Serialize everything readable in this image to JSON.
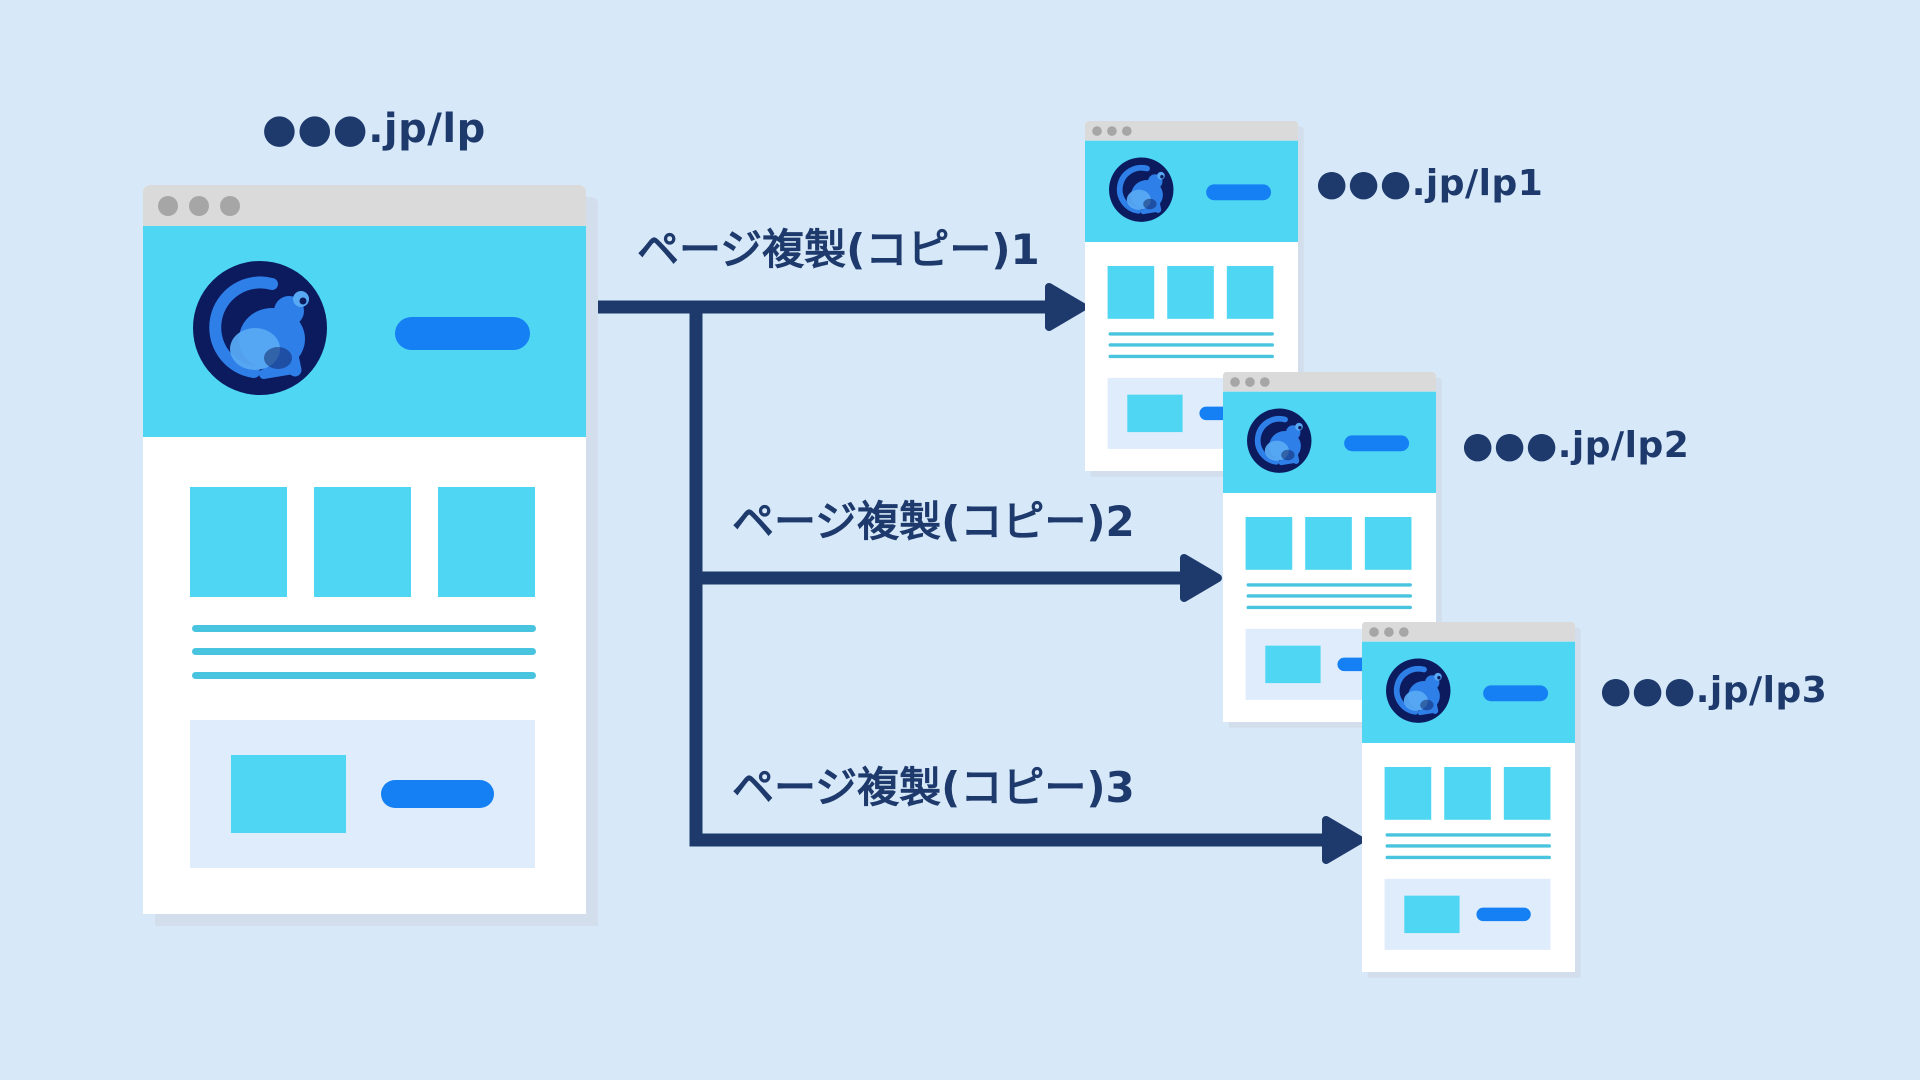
{
  "diagram": {
    "title_semantic": "landing-page-duplication-flow",
    "source": {
      "url": "●●●.jp/lp"
    },
    "copies": [
      {
        "label": "ページ複製(コピー)1",
        "url": "●●●.jp/lp1"
      },
      {
        "label": "ページ複製(コピー)2",
        "url": "●●●.jp/lp2"
      },
      {
        "label": "ページ複製(コピー)3",
        "url": "●●●.jp/lp3"
      }
    ]
  },
  "icons": {
    "logo": "monkey-logo-icon",
    "window_controls": "window-control-dots-icon",
    "arrowhead": "arrowhead-right-icon"
  },
  "colors": {
    "background": "#d7e9f8",
    "accent_cyan": "#4ed6f2",
    "line_cyan": "#49c4de",
    "navy_text_arrows": "#1e3a6d",
    "button_blue": "#1580f4",
    "titlebar_gray": "#dadada",
    "titlebar_dot_gray": "#a6a6a6",
    "footer_panel_blue": "#dfecfc",
    "logo_navy": "#0c1a5e",
    "logo_blue": "#2e7fe8",
    "window_shadow": "#d3deec"
  }
}
